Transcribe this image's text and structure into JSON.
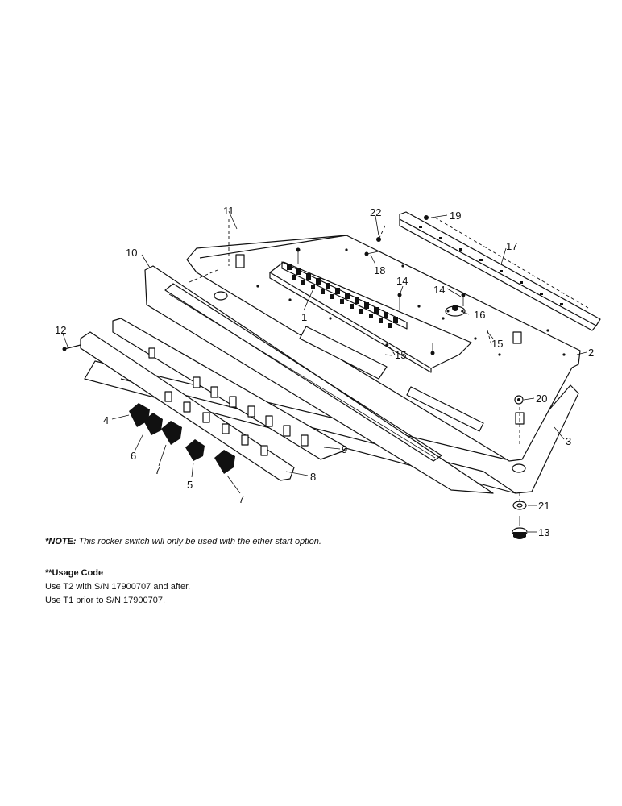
{
  "callouts": {
    "c1": "1",
    "c2": "2",
    "c3": "3",
    "c4": "4",
    "c5": "5",
    "c6": "6",
    "c7a": "7",
    "c7b": "7",
    "c8": "8",
    "c9": "9",
    "c10": "10",
    "c11": "11",
    "c12": "12",
    "c13": "13",
    "c14a": "14",
    "c14b": "14",
    "c15a": "15",
    "c15b": "15",
    "c16": "16",
    "c17": "17",
    "c18": "18",
    "c19": "19",
    "c20": "20",
    "c21": "21",
    "c22": "22"
  },
  "note": {
    "lead": "*NOTE:",
    "body": "This rocker switch will only be used with the ether start option."
  },
  "usage": {
    "title": "**Usage Code",
    "line1": "Use T2 with S/N 17900707 and after.",
    "line2": "Use T1 prior to S/N 17900707."
  }
}
